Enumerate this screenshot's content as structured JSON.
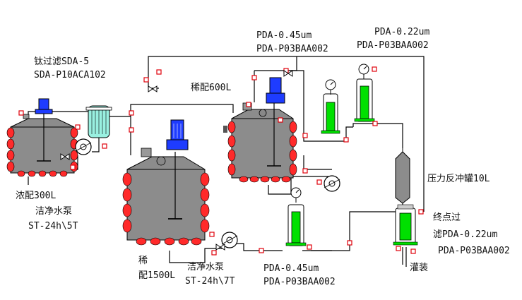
{
  "labels": {
    "ti_filter_title": "钛过滤SDA-5",
    "ti_filter_model": "SDA-P10ACA102",
    "tank_300": "浓配300L",
    "pump1_title": "洁净水泵",
    "pump1_model": "ST-24h\\5T",
    "tank_600": "稀配600L",
    "filter_045_top_a": "PDA-0.45um",
    "filter_045_top_b": "PDA-P03BAA002",
    "filter_022_top_a": "PDA-0.22um",
    "filter_022_top_b": "PDA-P03BAA002",
    "pressure_tank": "压力反冲罐10L",
    "tank_1500_a": "稀",
    "tank_1500_b": "配1500L",
    "pump2_title": "洁净水泵",
    "pump2_model": "ST-24h\\7T",
    "filter_045_bot_a": "PDA-0.45um",
    "filter_045_bot_b": "PDA-P03BAA002",
    "terminal_a": "终点过",
    "terminal_b": "滤PDA-0.22um",
    "terminal_c": "PDA-P03BAA002",
    "filling": "灌装"
  },
  "colors": {
    "tank_fill": "#8c8c8c",
    "jacket": "#ff2a2a",
    "motor": "#1e3cff",
    "filter_fill": "#00e000",
    "filter_glass": "#99f0e0",
    "valve": "#e0000a",
    "line": "#000000"
  }
}
